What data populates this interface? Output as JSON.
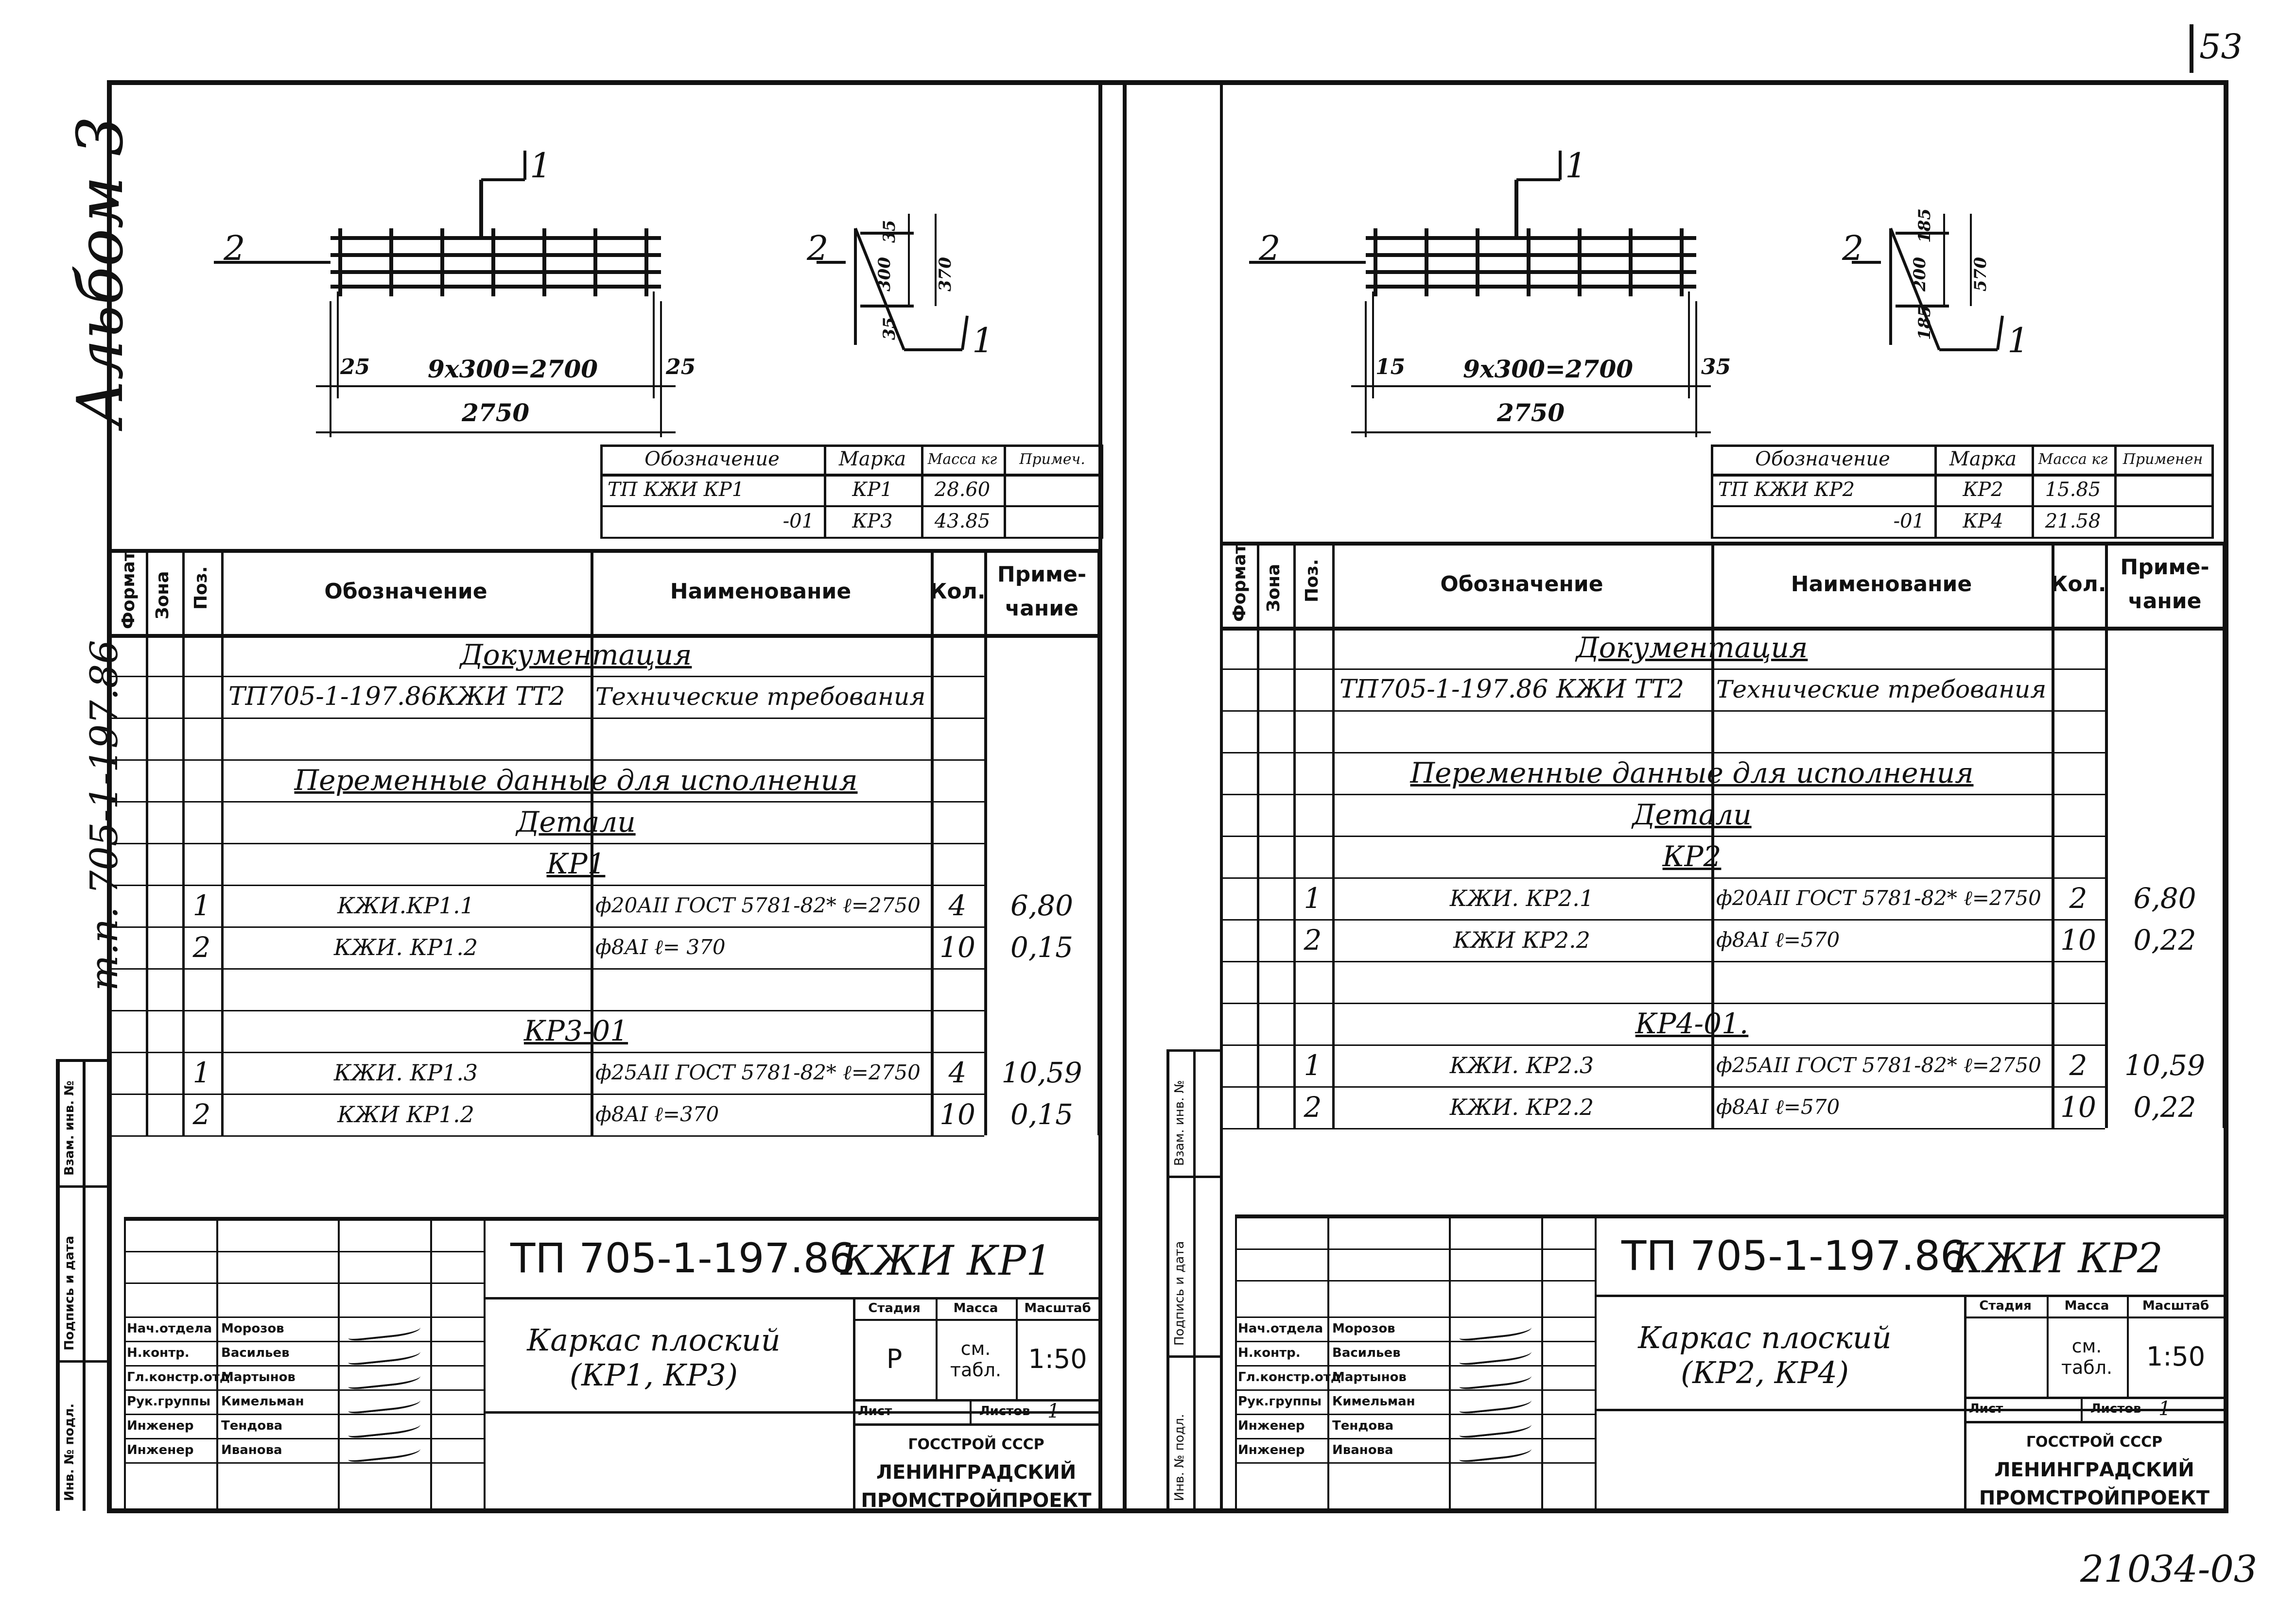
{
  "page_number": "53",
  "album_label": "Альбом 3",
  "project_code_side": "т.п. 705-1-197.86",
  "drawing_code": "21034-03",
  "side_stamp": {
    "vzam_inv": "Взам. инв. №",
    "podpis_data": "Подпись и дата",
    "inv_podl": "Инв. № подл."
  },
  "sheets": [
    {
      "id": "kp1",
      "frame": {
        "mark_pos_top": "1",
        "mark_pos_side": "2",
        "section_pos_side": "2",
        "section_pos_bottom": "1",
        "dim_left": "25",
        "dim_mid": "9x300=2700",
        "dim_right": "25",
        "dim_total": "2750",
        "section_dims": [
          "35",
          "300",
          "35",
          "370"
        ]
      },
      "mass_table": {
        "headers": [
          "Обозначение",
          "Марка",
          "Масса кг",
          "Примеч."
        ],
        "rows": [
          [
            "ТП  КЖИ КР1",
            "КР1",
            "28.60",
            ""
          ],
          [
            "-01",
            "КР3",
            "43.85",
            ""
          ]
        ]
      },
      "spec_headers": {
        "format": "Формат",
        "zone": "Зона",
        "pos": "Поз.",
        "designation": "Обозначение",
        "name": "Наименование",
        "qty": "Кол.",
        "note": "Приме-чание"
      },
      "spec_rows": [
        {
          "type": "section",
          "name": "Документация"
        },
        {
          "type": "doc",
          "designation": "ТП705-1-197.86КЖИ ТТ2",
          "name": "Технические требования"
        },
        {
          "type": "blank"
        },
        {
          "type": "section",
          "name": "Переменные данные для исполнения"
        },
        {
          "type": "section",
          "name": "Детали"
        },
        {
          "type": "section",
          "name": "КР1"
        },
        {
          "type": "item",
          "pos": "1",
          "designation": "КЖИ.КР1.1",
          "name": "ф20АII ГОСТ 5781-82* ℓ=2750",
          "qty": "4",
          "note": "6,80"
        },
        {
          "type": "item",
          "pos": "2",
          "designation": "КЖИ. КР1.2",
          "name": "ф8АI   ℓ= 370",
          "qty": "10",
          "note": "0,15"
        },
        {
          "type": "blank"
        },
        {
          "type": "section",
          "name": "КР3-01"
        },
        {
          "type": "item",
          "pos": "1",
          "designation": "КЖИ. КР1.3",
          "name": "ф25АII ГОСТ 5781-82* ℓ=2750",
          "qty": "4",
          "note": "10,59"
        },
        {
          "type": "item",
          "pos": "2",
          "designation": "КЖИ КР1.2",
          "name": "ф8АI   ℓ=370",
          "qty": "10",
          "note": "0,15"
        }
      ],
      "title_block": {
        "code": "ТП 705-1-197.86",
        "mark": "КЖИ  КР1",
        "title": "Каркас плоский (КР1, КР3)",
        "stage_label": "Стадия",
        "mass_label": "Масса",
        "scale_label": "Масштаб",
        "stage": "Р",
        "mass": "см. табл.",
        "scale": "1:50",
        "sheet_label": "Лист",
        "sheets_label": "Листов",
        "sheets": "1",
        "org": [
          "ГОССТРОЙ СССР",
          "ЛЕНИНГРАДСКИЙ",
          "ПРОМСТРОЙПРОЕКТ"
        ],
        "staff": [
          {
            "role": "Нач.отдела",
            "name": "Морозов"
          },
          {
            "role": "Н.контр.",
            "name": "Васильев"
          },
          {
            "role": "Гл.констр.отд",
            "name": "Мартынов"
          },
          {
            "role": "Рук.группы",
            "name": "Кимельман"
          },
          {
            "role": "Инженер",
            "name": "Тендова"
          },
          {
            "role": "Инженер",
            "name": "Иванова"
          }
        ]
      }
    },
    {
      "id": "kp2",
      "frame": {
        "mark_pos_top": "1",
        "mark_pos_side": "2",
        "section_pos_side": "2",
        "section_pos_bottom": "1",
        "dim_left": "15",
        "dim_mid": "9x300=2700",
        "dim_right": "35",
        "dim_total": "2750",
        "section_dims": [
          "185",
          "200",
          "185",
          "570"
        ]
      },
      "mass_table": {
        "headers": [
          "Обозначение",
          "Марка",
          "Масса кг",
          "Применен"
        ],
        "rows": [
          [
            "ТП КЖИ КР2",
            "КР2",
            "15.85",
            ""
          ],
          [
            "-01",
            "КР4",
            "21.58",
            ""
          ]
        ]
      },
      "spec_headers": {
        "format": "Формат",
        "zone": "Зона",
        "pos": "Поз.",
        "designation": "Обозначение",
        "name": "Наименование",
        "qty": "Кол.",
        "note": "Приме-чание"
      },
      "spec_rows": [
        {
          "type": "section",
          "name": "Документация"
        },
        {
          "type": "doc",
          "designation": "ТП705-1-197.86  КЖИ ТТ2",
          "name": "Технические требования"
        },
        {
          "type": "blank"
        },
        {
          "type": "section",
          "name": "Переменные данные для исполнения"
        },
        {
          "type": "section",
          "name": "Детали"
        },
        {
          "type": "section",
          "name": "КР2"
        },
        {
          "type": "item",
          "pos": "1",
          "designation": "КЖИ. КР2.1",
          "name": "ф20АII ГОСТ 5781-82* ℓ=2750",
          "qty": "2",
          "note": "6,80"
        },
        {
          "type": "item",
          "pos": "2",
          "designation": "КЖИ КР2.2",
          "name": "ф8АI   ℓ=570",
          "qty": "10",
          "note": "0,22"
        },
        {
          "type": "blank"
        },
        {
          "type": "section",
          "name": "КР4-01."
        },
        {
          "type": "item",
          "pos": "1",
          "designation": "КЖИ. КР2.3",
          "name": "ф25АII ГОСТ 5781-82* ℓ=2750",
          "qty": "2",
          "note": "10,59"
        },
        {
          "type": "item",
          "pos": "2",
          "designation": "КЖИ. КР2.2",
          "name": "ф8АI   ℓ=570",
          "qty": "10",
          "note": "0,22"
        }
      ],
      "title_block": {
        "code": "ТП 705-1-197.86",
        "mark": "КЖИ  КР2",
        "title": "Каркас плоский (КР2, КР4)",
        "stage_label": "Стадия",
        "mass_label": "Масса",
        "scale_label": "Масштаб",
        "stage": "",
        "mass": "см. табл.",
        "scale": "1:50",
        "sheet_label": "Лист",
        "sheets_label": "Листов",
        "sheets": "1",
        "org": [
          "ГОССТРОЙ СССР",
          "ЛЕНИНГРАДСКИЙ",
          "ПРОМСТРОЙПРОЕКТ"
        ],
        "staff": [
          {
            "role": "Нач.отдела",
            "name": "Морозов"
          },
          {
            "role": "Н.контр.",
            "name": "Васильев"
          },
          {
            "role": "Гл.констр.отд",
            "name": "Мартынов"
          },
          {
            "role": "Рук.группы",
            "name": "Кимельман"
          },
          {
            "role": "Инженер",
            "name": "Тендова"
          },
          {
            "role": "Инженер",
            "name": "Иванова"
          }
        ]
      }
    }
  ]
}
